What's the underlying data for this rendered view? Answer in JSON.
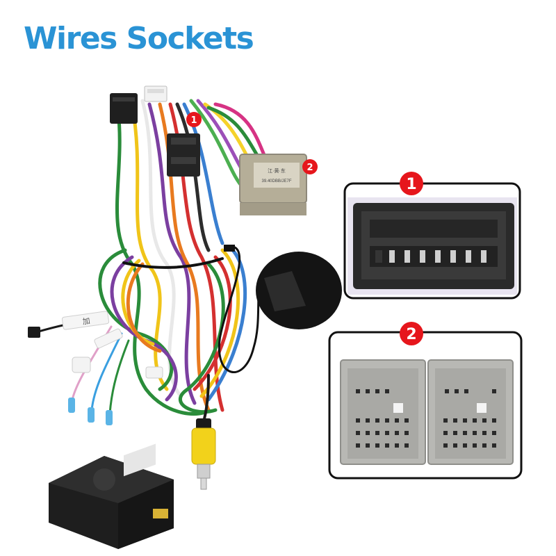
{
  "title": "Wires Sockets",
  "colors": {
    "title": "#2a93d5",
    "badge": "#e6161c",
    "panel_border": "#111111",
    "connector_black": "#2a2a2a",
    "connector_grey": "#b8b8b4",
    "connector_tan": "#b5ae98",
    "rca_yellow": "#f2d21b"
  },
  "callouts": [
    {
      "number": "1"
    },
    {
      "number": "2"
    }
  ],
  "labels": {
    "wire_tag": "加",
    "adapter_label_line1": "江·黄·东",
    "adapter_label_line2": "39.40DBB/JE7F"
  },
  "icons": [
    "wire-harness",
    "rca-plug",
    "can-bus-box",
    "microphone-pad"
  ]
}
